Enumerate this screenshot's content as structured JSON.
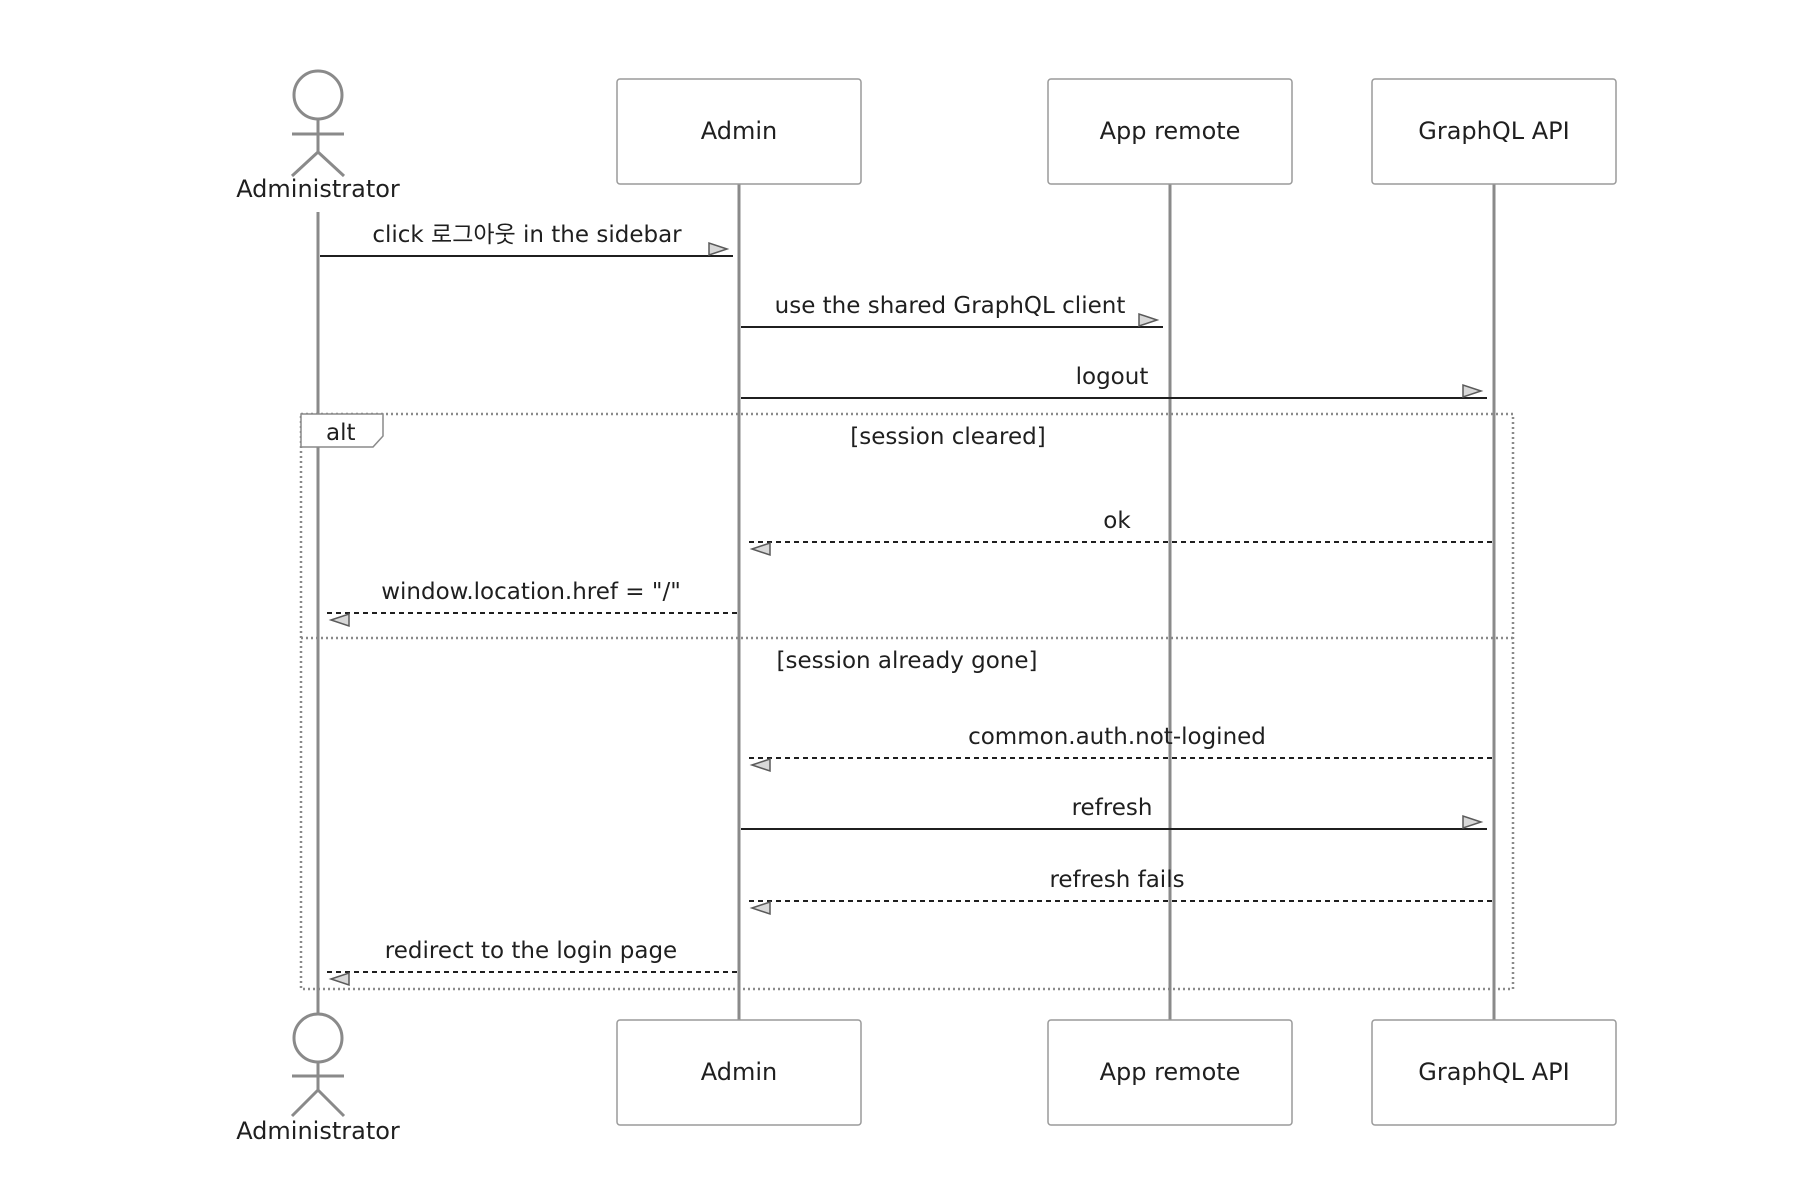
{
  "participants": [
    {
      "id": "administrator",
      "label": "Administrator",
      "kind": "actor"
    },
    {
      "id": "admin",
      "label": "Admin",
      "kind": "box"
    },
    {
      "id": "app-remote",
      "label": "App remote",
      "kind": "box"
    },
    {
      "id": "graphql-api",
      "label": "GraphQL API",
      "kind": "box"
    }
  ],
  "messages": [
    {
      "from": "administrator",
      "to": "admin",
      "label": "click 로그아웃 in the sidebar",
      "style": "solid"
    },
    {
      "from": "admin",
      "to": "app-remote",
      "label": "use the shared GraphQL client",
      "style": "solid"
    },
    {
      "from": "admin",
      "to": "graphql-api",
      "label": "logout",
      "style": "solid"
    },
    {
      "from": "graphql-api",
      "to": "admin",
      "label": "ok",
      "style": "dashed"
    },
    {
      "from": "admin",
      "to": "administrator",
      "label": "window.location.href = \"/\"",
      "style": "dashed"
    },
    {
      "from": "graphql-api",
      "to": "admin",
      "label": "common.auth.not-logined",
      "style": "dashed"
    },
    {
      "from": "admin",
      "to": "graphql-api",
      "label": "refresh",
      "style": "solid"
    },
    {
      "from": "graphql-api",
      "to": "admin",
      "label": "refresh fails",
      "style": "dashed"
    },
    {
      "from": "admin",
      "to": "administrator",
      "label": "redirect to the login page",
      "style": "dashed"
    }
  ],
  "fragment": {
    "operator": "alt",
    "sections": [
      {
        "guard": "[session cleared]"
      },
      {
        "guard": "[session already gone]"
      }
    ]
  }
}
